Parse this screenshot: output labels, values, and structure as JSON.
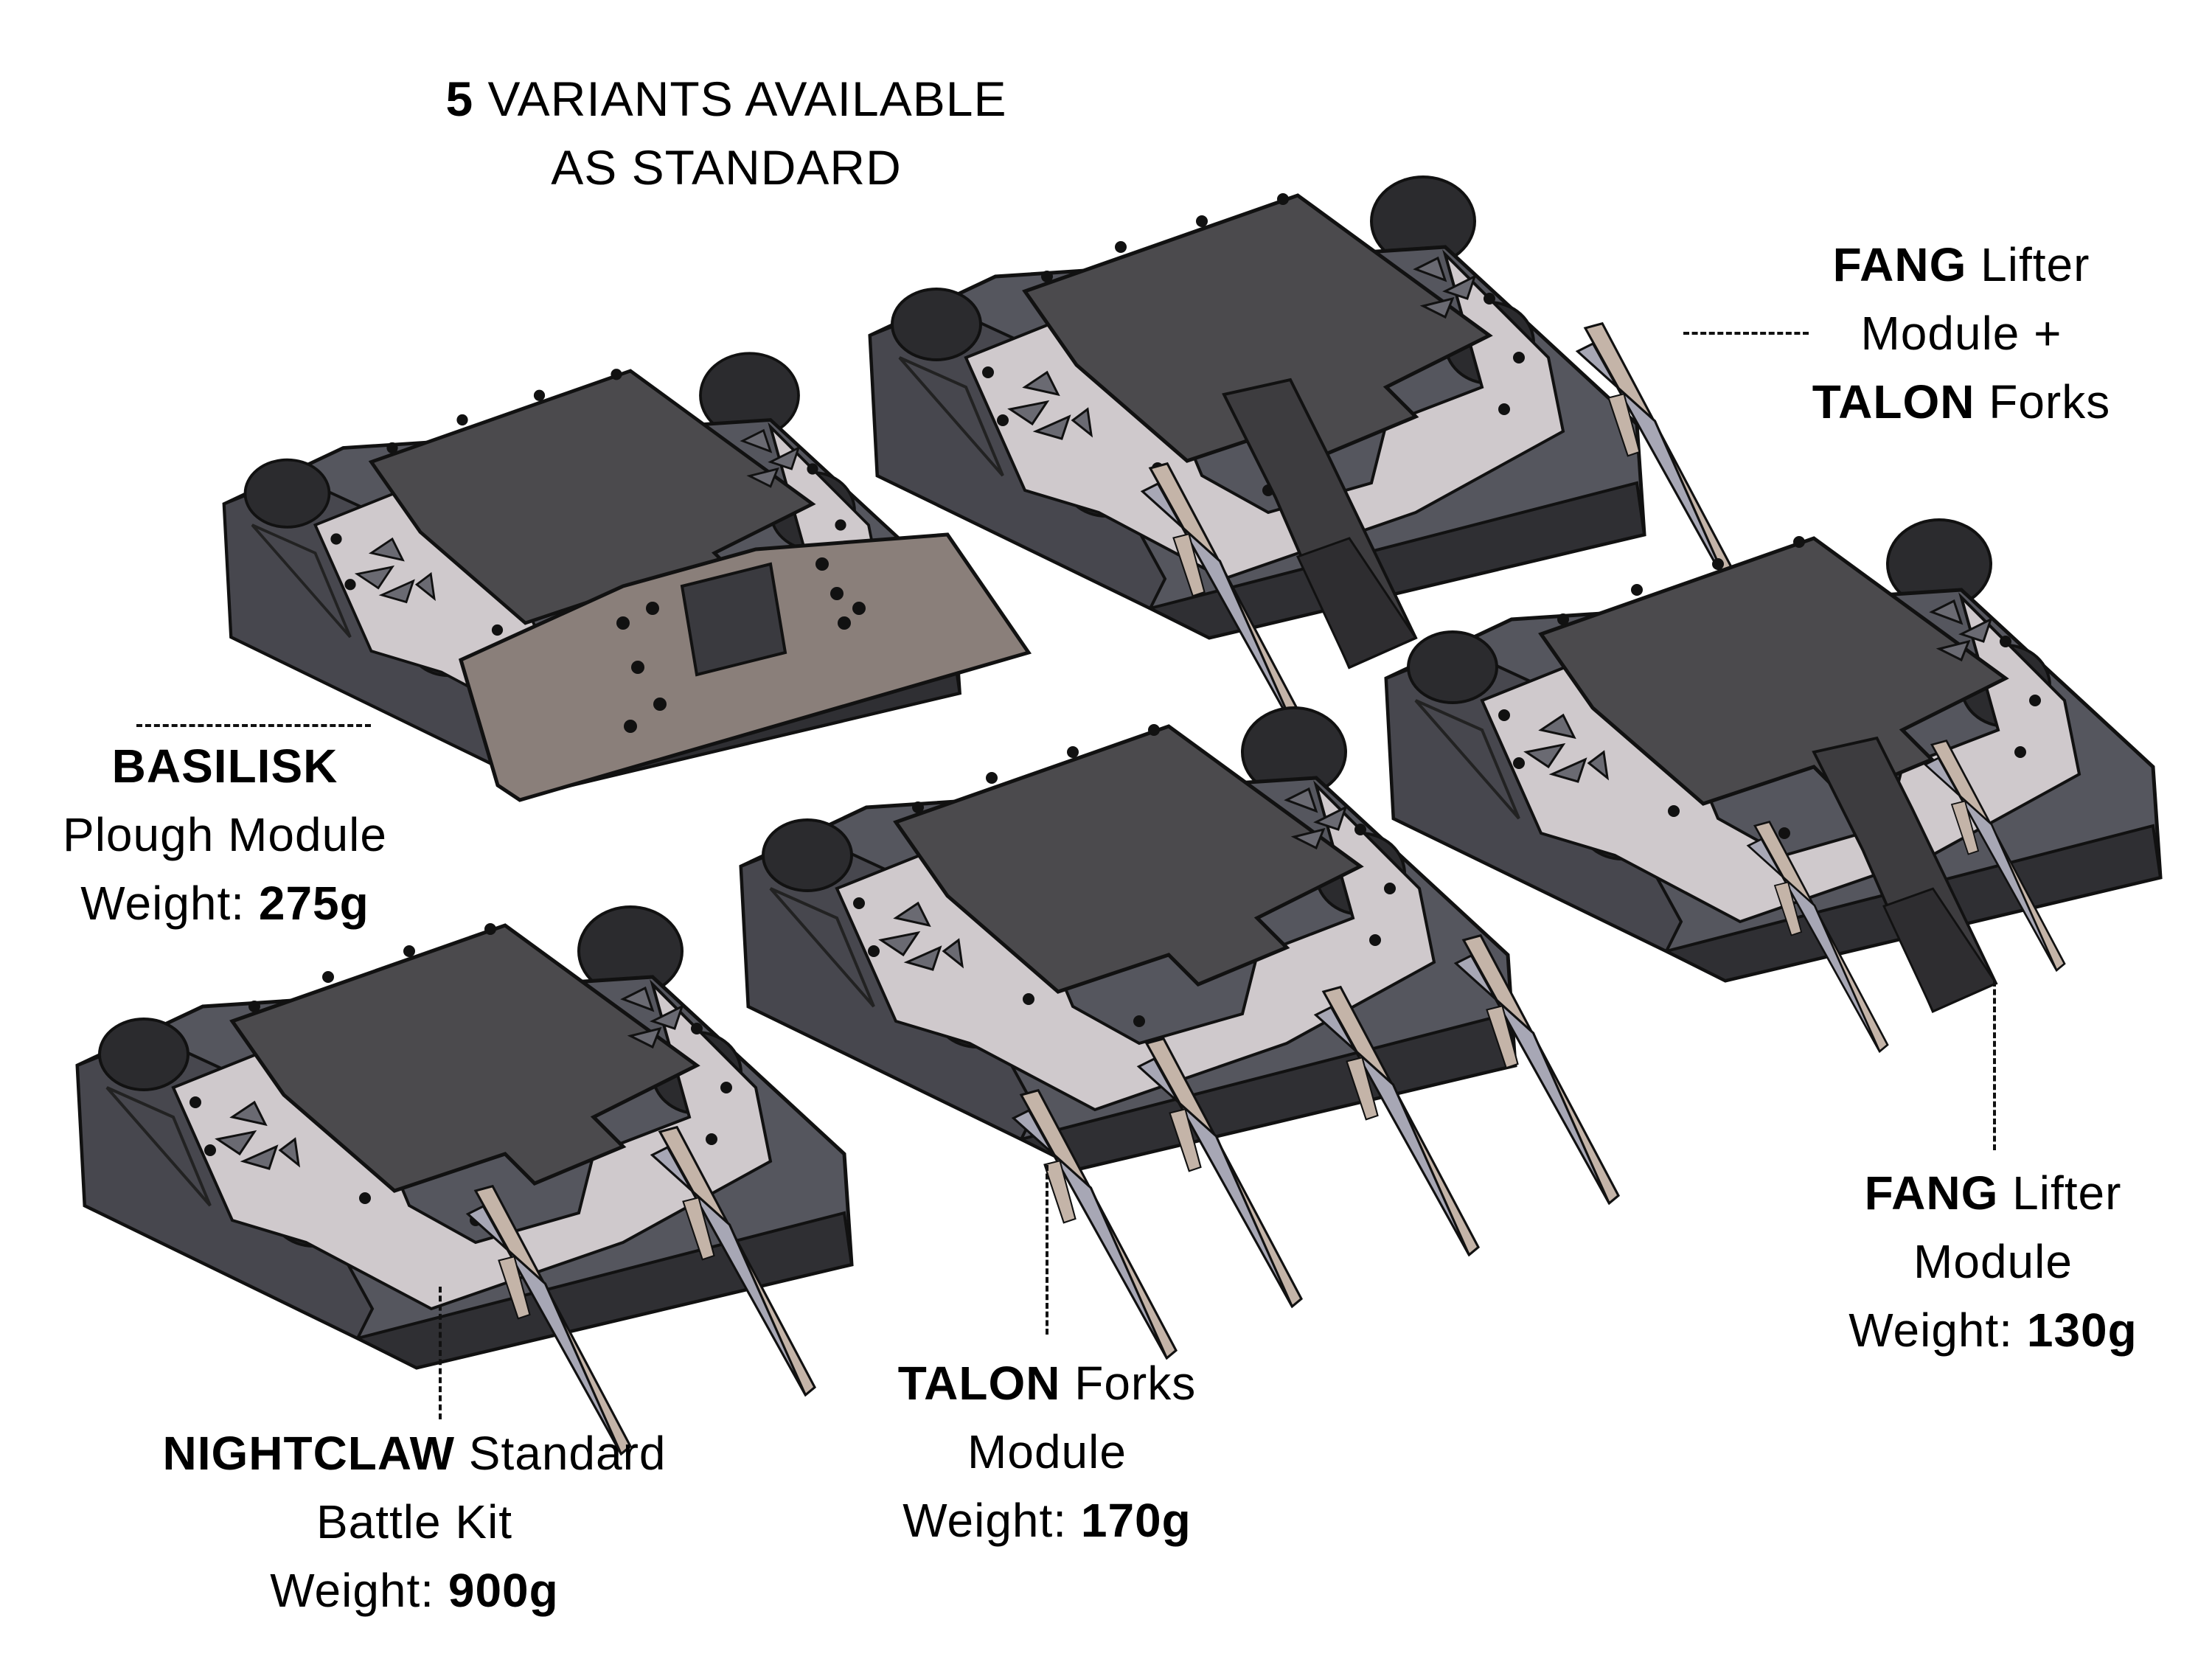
{
  "title": {
    "count": "5",
    "line1_rest": "VARIANTS AVAILABLE",
    "line2": "AS STANDARD"
  },
  "variants": [
    {
      "id": "fang-talon",
      "name": "FANG",
      "line1_rest": "Lifter",
      "line2": "Module +",
      "line3_bold": "TALON",
      "line3_rest": "Forks"
    },
    {
      "id": "basilisk",
      "name": "BASILISK",
      "line2": "Plough Module",
      "weight_label": "Weight:",
      "weight_value": "275g"
    },
    {
      "id": "nightclaw",
      "name": "NIGHTCLAW",
      "line1_rest": "Standard",
      "line2": "Battle Kit",
      "weight_label": "Weight:",
      "weight_value": "900g"
    },
    {
      "id": "talon",
      "name": "TALON",
      "line1_rest": "Forks",
      "line2": "Module",
      "weight_label": "Weight:",
      "weight_value": "170g"
    },
    {
      "id": "fang",
      "name": "FANG",
      "line1_rest": "Lifter",
      "line2": "Module",
      "weight_label": "Weight:",
      "weight_value": "130g"
    }
  ],
  "colors": {
    "background": "#ffffff",
    "text": "#000000",
    "chassis_dark": "#3a3a3f",
    "chassis_top": "#4b4a4d",
    "chassis_side": "#55565e",
    "plate_silver": "#cfc9cc",
    "plough_brown": "#8a7f7a",
    "fork_blade": "#a7a7b5",
    "fork_edge": "#c4b4a8",
    "lifter_dark": "#3d3c3f",
    "wheel": "#2b2b2e"
  }
}
